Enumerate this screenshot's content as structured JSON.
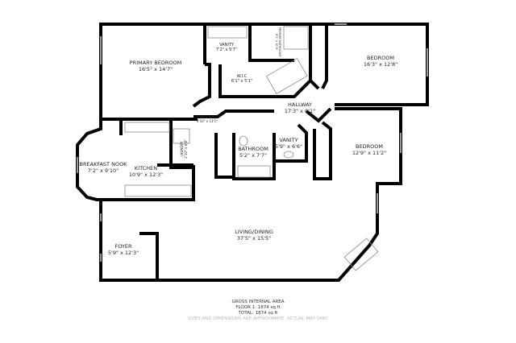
{
  "rooms": [
    {
      "name": "PRIMARY BEDROOM",
      "dims": "16'5\" x 14'7\""
    },
    {
      "name": "VANITY",
      "dims": "7'2\" x 5'7\""
    },
    {
      "name": "W.I.C",
      "dims": "6'1\" x 5'1\""
    },
    {
      "name": "PRIMARY BATHROOM",
      "dims": "9'1\" x 10'9\""
    },
    {
      "name": "BEDROOM",
      "dims": "16'3\" x 12'8\""
    },
    {
      "name": "HALLWAY",
      "dims": "17'3\" x 8'1\""
    },
    {
      "name": "HALLWAY",
      "dims": "4'10\" x 13'1\""
    },
    {
      "name": "LAUNDRY",
      "dims": "2'10\" x 6'8\""
    },
    {
      "name": "BATHROOM",
      "dims": "5'2\" x 7'7\""
    },
    {
      "name": "VANITY",
      "dims": "5'9\" x 6'6\""
    },
    {
      "name": "BEDROOM",
      "dims": "12'9\" x 11'2\""
    },
    {
      "name": "BREAKFAST NOOK",
      "dims": "7'2\" x 9'10\""
    },
    {
      "name": "KITCHEN",
      "dims": "10'9\" x 12'3\""
    },
    {
      "name": "LIVING/DINING",
      "dims": "37'5\" x 15'5\""
    },
    {
      "name": "FOYER",
      "dims": "5'9\" x 12'3\""
    }
  ],
  "footer": {
    "title": "GROSS INTERNAL AREA",
    "floor": "FLOOR 1: 1874 sq ft",
    "total": "TOTAL: 1874 sq ft",
    "note": "SIZES AND DIMENSIONS ARE APPROXIMATE, ACTUAL MAY VARY."
  },
  "colors": {
    "wall": "#000000",
    "fixture": "#888888",
    "background": "#ffffff"
  }
}
